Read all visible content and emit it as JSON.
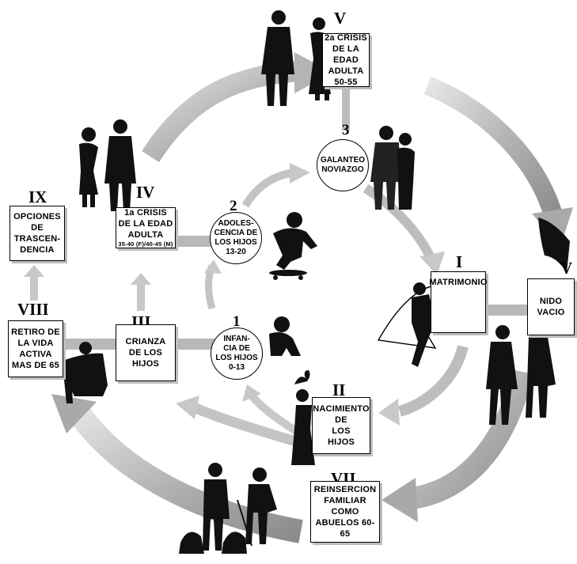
{
  "stages": {
    "v": {
      "numeral": "V",
      "label": "2a CRISIS\nDE LA EDAD\nADULTA\n50-55"
    },
    "iv": {
      "numeral": "IV",
      "label": "1a CRISIS\nDE LA EDAD\nADULTA",
      "sub": "35-40 (F)/40-45 (M)"
    },
    "ix": {
      "numeral": "IX",
      "label": "OPCIONES\nDE\nTRASCEN-\nDENCIA"
    },
    "viii": {
      "numeral": "VIII",
      "label": "RETIRO DE\nLA VIDA\nACTIVA\nMAS DE 65"
    },
    "iii": {
      "numeral": "III",
      "label": "CRIANZA\nDE LOS\nHIJOS"
    },
    "i": {
      "numeral": "I",
      "label": "MATRIMONIO"
    },
    "vi": {
      "numeral": "V",
      "label": "NIDO\nVACIO"
    },
    "ii": {
      "numeral": "II",
      "label": "NACIMIENTO\nDE\nLOS\nHIJOS"
    },
    "vii": {
      "numeral": "VII",
      "label": "REINSERCION\nFAMILIAR\nCOMO\nABUELOS 60-65"
    }
  },
  "children_stages": {
    "c1": {
      "number": "1",
      "label": "INFAN-\nCIA DE\nLOS HIJOS\n0-13"
    },
    "c2": {
      "number": "2",
      "label": "ADOLES-\nCENCIA DE\nLOS HIJOS\n13-20"
    },
    "c3": {
      "number": "3",
      "label": "GALANTEO\nNOVIAZGO"
    }
  },
  "colors": {
    "ink": "#111111",
    "arrow": "#b4b4b4",
    "arrow_light": "#cfcfcf",
    "paper": "#ffffff"
  }
}
